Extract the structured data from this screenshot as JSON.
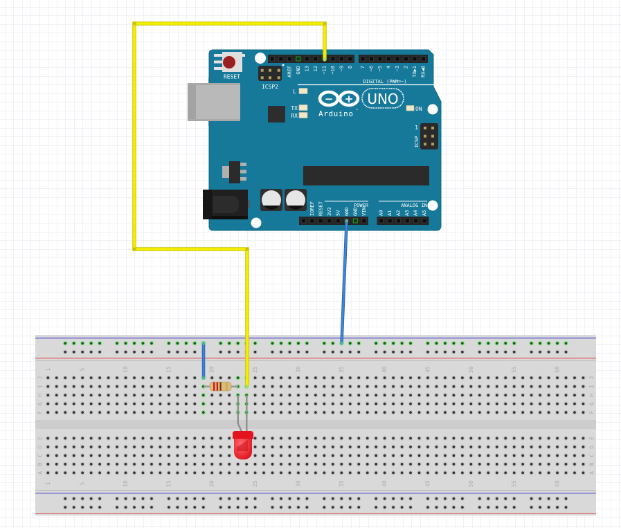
{
  "canvas": {
    "background_color": "#ffffff",
    "grid_color": "#e2e5ec"
  },
  "arduino": {
    "board_color": "#16799a",
    "brand": "Arduino",
    "trademark": "™",
    "model": "UNO",
    "logo": {
      "minus": "−",
      "plus": "+"
    },
    "reset_label": "RESET",
    "icsp2_label": "ICSP2",
    "icsp_label": "ICSP",
    "icsp_pin1_label": "1",
    "leds": {
      "l": "L",
      "tx": "TX",
      "rx": "RX",
      "on": "ON"
    },
    "led_color": "#efe7c6",
    "digital_label": "DIGITAL (PWM=~)",
    "power_label": "POWER",
    "analog_label": "ANALOG IN",
    "headers": {
      "digital_high": [
        "",
        "",
        "AREF",
        "GND",
        "13",
        "12",
        "~11",
        "~10",
        "~9",
        "8"
      ],
      "digital_low": [
        "7",
        "~6",
        "~5",
        "4",
        "~3",
        "2",
        "TX▶1",
        "RX◀0"
      ],
      "power": [
        "",
        "IOREF",
        "RESET",
        "3V3",
        "5V",
        "GND",
        "GND",
        "VIN"
      ],
      "analog": [
        "A0",
        "A1",
        "A2",
        "A3",
        "A4",
        "A5"
      ]
    },
    "highlighted_pins": [
      {
        "header": "digital_high",
        "index": 3
      },
      {
        "header": "power",
        "index": 6
      }
    ]
  },
  "breadboard": {
    "body_color": "#d9d9d9",
    "channel_color": "#cdcdcd",
    "columns": 63,
    "upper_rows": [
      "J",
      "I",
      "H",
      "G",
      "F"
    ],
    "lower_rows": [
      "E",
      "D",
      "C",
      "B",
      "A"
    ],
    "column_labels": [
      1,
      5,
      10,
      15,
      20,
      25,
      30,
      35,
      40,
      45,
      50,
      55,
      60
    ],
    "rail_groups": 10,
    "holes_per_rail_group": 5,
    "rails": [
      {
        "id": "top-1",
        "highlighted": true
      },
      {
        "id": "top-2",
        "highlighted": false
      },
      {
        "id": "bottom-1",
        "highlighted": false
      },
      {
        "id": "bottom-2",
        "highlighted": false
      }
    ],
    "rail_line_colors": {
      "negative": "#4b4bd6",
      "positive": "#e05a5a"
    },
    "highlighted_holes": [
      "J19",
      "I19",
      "H19",
      "G19",
      "F19",
      "J23",
      "I23",
      "H23",
      "G23",
      "F23",
      "J24",
      "I24",
      "H24",
      "G24",
      "F24"
    ]
  },
  "wires": [
    {
      "id": "yellow",
      "color": "#f4ef00",
      "outline": "#c9c300",
      "from": "Arduino ~11",
      "to": "Breadboard I24"
    },
    {
      "id": "blue-gnd",
      "color": "#3f86d8",
      "outline": "#2a5fa6",
      "from": "Arduino GND",
      "to": "Breadboard top rail col 35"
    },
    {
      "id": "blue-short",
      "color": "#3f86d8",
      "outline": "#2a5fa6",
      "from": "Breadboard top rail col 19",
      "to": "Breadboard J19"
    }
  ],
  "resistor": {
    "from": "I19",
    "to": "I23",
    "body_color": "#dcbc7c",
    "bands": [
      "#c81e1e",
      "#c81e1e",
      "#6e3a18",
      "#c9a543"
    ]
  },
  "led": {
    "color": "#ee2630",
    "legs": [
      "H23",
      "H24"
    ]
  }
}
